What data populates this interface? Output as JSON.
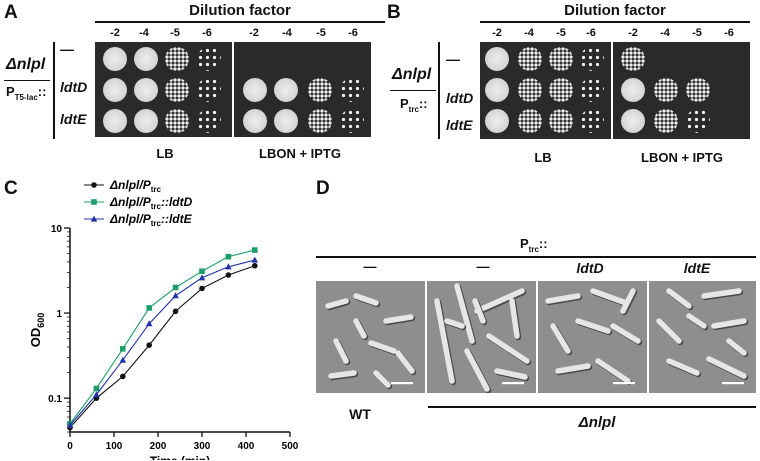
{
  "panels": {
    "A": {
      "letter": "A",
      "header": "Dilution factor",
      "dilutions_left": [
        "-2",
        "-4",
        "-5",
        "-6"
      ],
      "dilutions_right": [
        "-2",
        "-4",
        "-5",
        "-6"
      ],
      "genotype": "Δnlpl",
      "promoter": "P",
      "promoter_sub": "T5-lac",
      "promoter_suffix": "::",
      "rows": [
        "—",
        "ldtD",
        "ldtE"
      ],
      "media": [
        "LB",
        "LBON + IPTG"
      ]
    },
    "B": {
      "letter": "B",
      "header": "Dilution factor",
      "dilutions_left": [
        "-2",
        "-4",
        "-5",
        "-6"
      ],
      "dilutions_right": [
        "-2",
        "-4",
        "-5",
        "-6"
      ],
      "genotype": "Δnlpl",
      "promoter": "P",
      "promoter_sub": "trc",
      "promoter_suffix": "::",
      "rows": [
        "—",
        "ldtD",
        "ldtE"
      ],
      "media": [
        "LB",
        "LBON + IPTG"
      ]
    },
    "C": {
      "letter": "C"
    },
    "D": {
      "letter": "D",
      "header_prefix": "P",
      "header_sub": "trc",
      "header_suffix": "::",
      "column_labels": [
        "—",
        "—",
        "ldtD",
        "ldtE"
      ],
      "bottom_wt": "WT",
      "bottom_mutant": "Δnlpl"
    }
  },
  "chart_data": {
    "type": "line",
    "x": [
      0,
      60,
      120,
      180,
      240,
      300,
      360,
      420
    ],
    "xlabel": "Time (min)",
    "ylabel": "OD",
    "ylabel_sub": "600",
    "xlim": [
      0,
      500
    ],
    "ylim": [
      0.04,
      10
    ],
    "yscale": "log",
    "xticks": [
      "0",
      "100",
      "200",
      "300",
      "400",
      "500"
    ],
    "yticks": [
      "0.1",
      "1",
      "10"
    ],
    "legend_position": "top-left",
    "series": [
      {
        "name": "Δnlpl/Ptrc",
        "name_parts": [
          "Δnlpl/P",
          "trc",
          ""
        ],
        "marker": "circle",
        "color": "#111111",
        "values": [
          0.045,
          0.1,
          0.18,
          0.42,
          1.05,
          1.95,
          2.8,
          3.6
        ]
      },
      {
        "name": "Δnlpl/Ptrc::ldtD",
        "name_parts": [
          "Δnlpl/P",
          "trc",
          "::ldtD"
        ],
        "marker": "square",
        "color": "#1e9e6a",
        "values": [
          0.05,
          0.13,
          0.38,
          1.15,
          2.0,
          3.1,
          4.6,
          5.5
        ]
      },
      {
        "name": "Δnlpl/Ptrc::ldtE",
        "name_parts": [
          "Δnlpl/P",
          "trc",
          "::ldtE"
        ],
        "marker": "triangle",
        "color": "#2233aa",
        "values": [
          0.048,
          0.11,
          0.28,
          0.75,
          1.6,
          2.6,
          3.5,
          4.2
        ]
      }
    ]
  },
  "colors": {
    "plate_bg": "#2a2a2a",
    "colony": "#dcdcdc",
    "micro_bg": "#8e8e8e"
  }
}
